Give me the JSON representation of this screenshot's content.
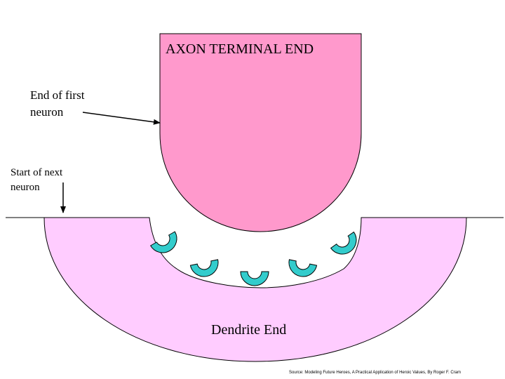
{
  "labels": {
    "axon": "AXON TERMINAL END",
    "end_first_line1": "End of first",
    "end_first_line2": "neuron",
    "start_next_line1": "Start of next",
    "start_next_line2": "neuron",
    "dendrite": "Dendrite End",
    "source": "Source: Modeling Future Heroes, A Practical Application of Heroic Values, By Roger F. Cram"
  },
  "colors": {
    "axon_fill": "#ff99cc",
    "dendrite_fill": "#ffccff",
    "receptor_fill": "#33cccc",
    "outline": "#000000"
  }
}
